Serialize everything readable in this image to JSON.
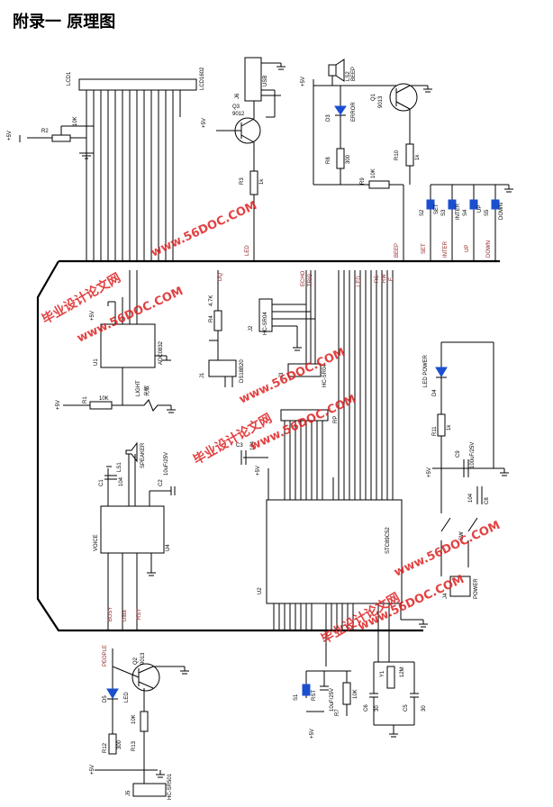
{
  "title": "附录一 原理图",
  "watermark": {
    "cn": "毕业设计论文网",
    "url": "www.56DOC.COM"
  },
  "components": {
    "lcd": "LCD1",
    "lcd_conn": "LCD1602",
    "r2": "R2",
    "r2_val": "10K",
    "usb": "USB",
    "j6": "J6",
    "q3": "Q3",
    "q3_val": "9012",
    "r3": "R3",
    "r3_val": "1k",
    "ls2": "LS2",
    "beep": "BEEP",
    "q1": "Q1",
    "q1_val": "9013",
    "d3": "D3",
    "error": "ERROR",
    "r8": "R8",
    "r8_val": "300",
    "r9": "R9",
    "r9_val": "10K",
    "r10": "R10",
    "r10_val": "1k",
    "s2": "S2",
    "s3": "S3",
    "s4": "S4",
    "s5": "S5",
    "sw_set": "SET",
    "sw_inter": "INTER",
    "sw_up": "UP",
    "sw_down": "DOWN",
    "adc": "ADC0832",
    "u1": "U1",
    "r4": "R4",
    "r4_val": "4.7K",
    "j1": "J1",
    "ds": "DS18B20",
    "dq": "DQ",
    "j2": "J2",
    "j3": "J3",
    "hc1": "HC-SR04",
    "hc2": "HC-SR04",
    "r1": "R1",
    "r1_val": "10K",
    "light": "LIGHT",
    "lsen": "光敏",
    "ls1": "LS1",
    "speaker": "SPEAKER",
    "u4": "U4",
    "voice": "VOICE",
    "c1": "C1",
    "c1_val": "104",
    "c2": "C2",
    "c2_val": "10uF/25V",
    "rp": "RP",
    "rp_val": "10K",
    "c3": "C3",
    "c3_val": "104",
    "mcu": "U2",
    "mcu_name": "STC89C52",
    "d4": "D4",
    "led_power": "LED POWER",
    "r11": "R11",
    "r11_val": "1k",
    "c9": "C9",
    "c9_val": "100uF/25V",
    "c8": "C8",
    "c8_val": "104",
    "sw": "SW",
    "j4": "J4",
    "power": "POWER",
    "people": "PEOPLE",
    "q2": "Q2",
    "q2_val": "9013",
    "d5": "D5",
    "led": "LED",
    "r12": "R12",
    "r12_val": "300",
    "r13": "R13",
    "r13_val": "10K",
    "j5": "J5",
    "hcsr501": "HC-SR501",
    "s1": "S1",
    "rst": "RST",
    "c4": "C4",
    "c4_val": "10uF/25V",
    "r7": "R7",
    "r7_val": "10K",
    "c6": "C6",
    "c6_val": "30",
    "c5": "C5",
    "c5_val": "30",
    "y1": "Y1",
    "y1_val": "12M",
    "busy": "BUSY",
    "data": "Data",
    "vcc": "+5V"
  },
  "net_labels": [
    "LED",
    "BEEP",
    "SET",
    "INTER",
    "UP",
    "DOWN",
    "DQ",
    "ECHO",
    "TRIG",
    "LED",
    "RS",
    "RW",
    "E",
    "BUSY",
    "Data",
    "RST"
  ]
}
